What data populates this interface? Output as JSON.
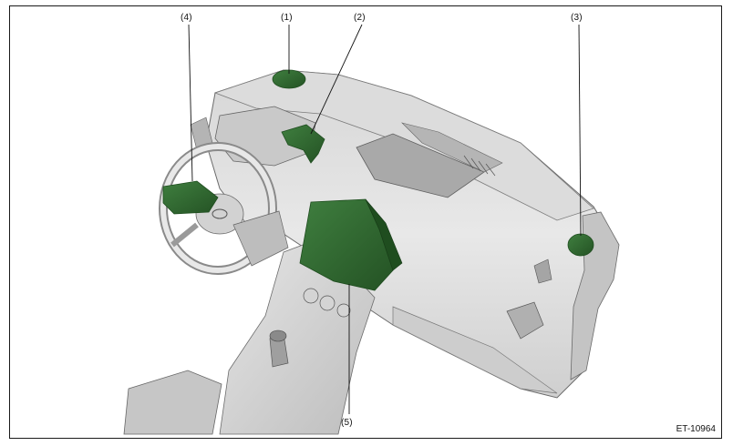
{
  "callouts": {
    "c1": "(1)",
    "c2": "(2)",
    "c3": "(3)",
    "c4": "(4)",
    "c5": "(5)"
  },
  "figure_code": "ET-10964",
  "colors": {
    "highlight": "#2f6b2f",
    "highlight_dark": "#1f4d1f",
    "body_light": "#e4e4e4",
    "body_mid": "#c9c9c9",
    "body_dark": "#9a9a9a",
    "outline": "#6b6b6b"
  }
}
